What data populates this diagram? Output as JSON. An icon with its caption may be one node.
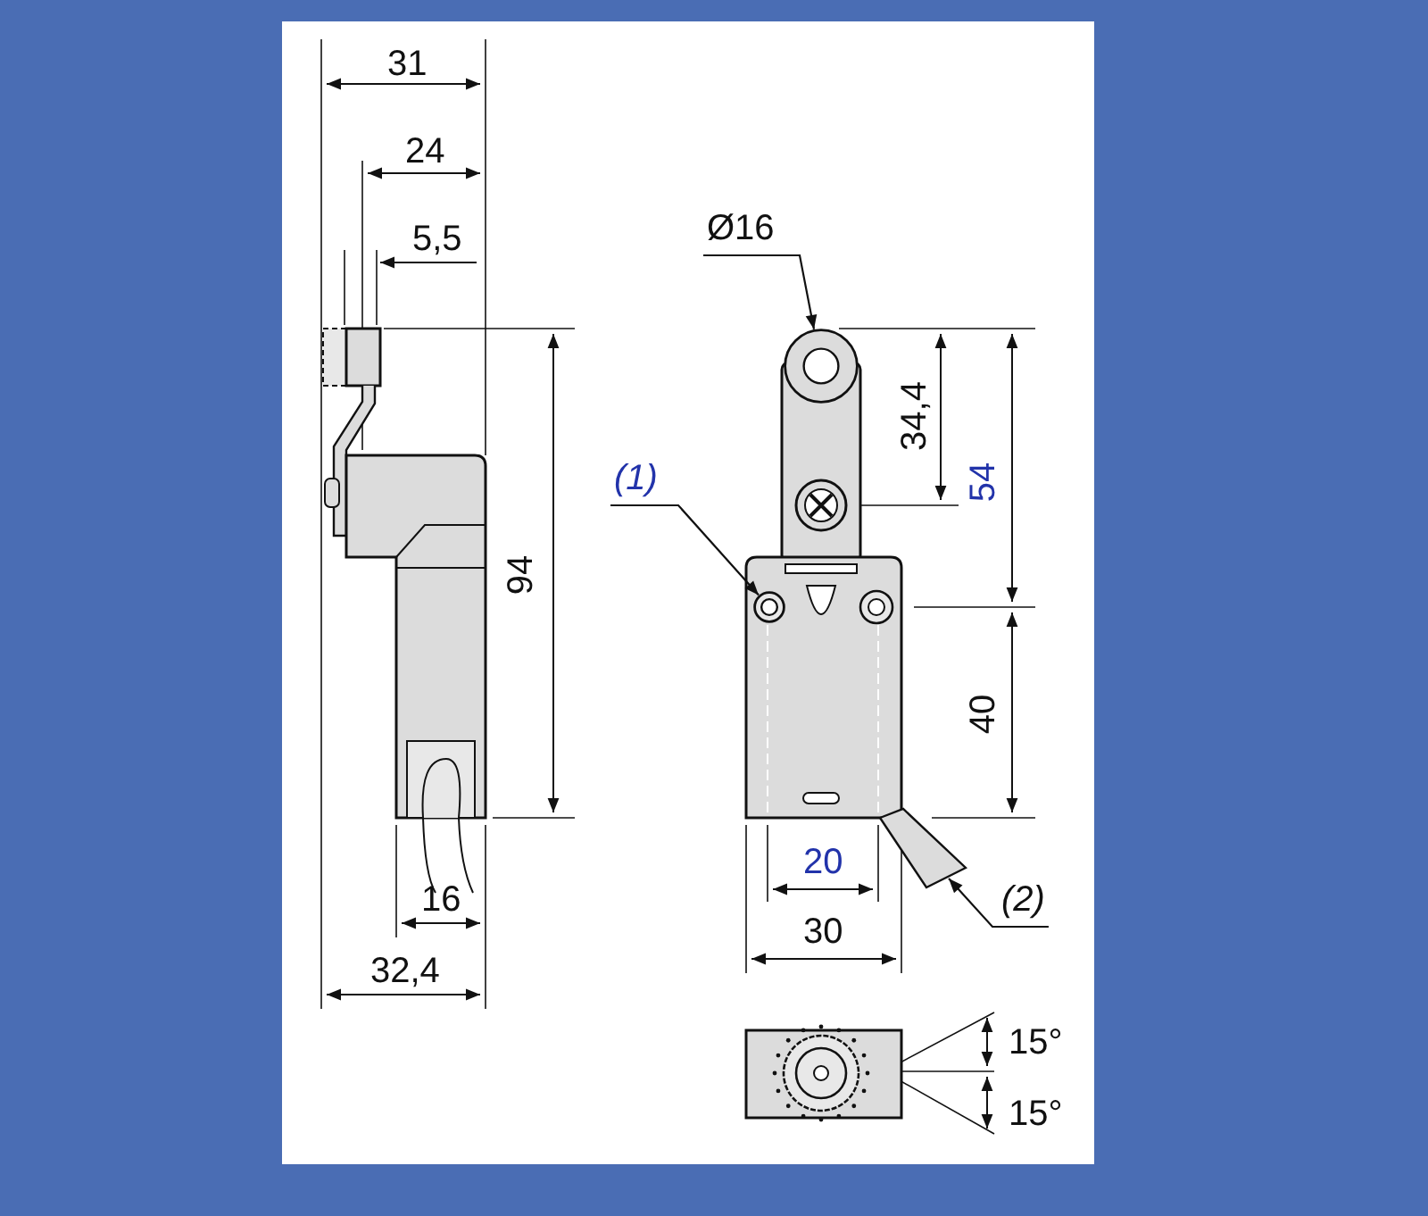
{
  "diagram": {
    "nodes": [
      {
        "text": [
          "(1)"
        ]
      },
      {
        "text": [],
        "shape": "circle"
      },
      {
        "text": [
          "(2)"
        ]
      },
      {
        "text": [],
        "shape": "bar"
      },
      {
        "text": [
          "Ø16"
        ]
      },
      {
        "text": [],
        "shape": "circle"
      }
    ],
    "edges": [
      {
        "from": 0,
        "to": 1,
        "arrow": "to"
      },
      {
        "from": 2,
        "to": 3,
        "arrow": "to"
      },
      {
        "from": 4,
        "to": 5,
        "arrow": "to"
      }
    ],
    "labels": [
      "31",
      "24",
      "5,5",
      "34,4",
      "54",
      "94",
      "40",
      "20",
      "16",
      "30",
      "32,4",
      "15°",
      "15°"
    ]
  }
}
